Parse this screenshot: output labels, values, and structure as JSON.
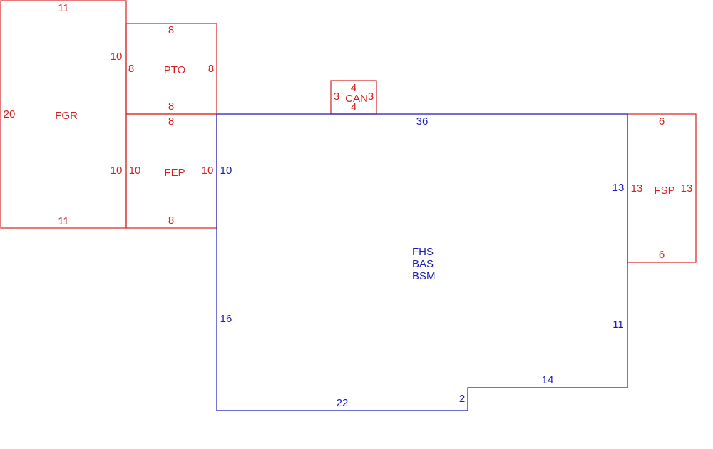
{
  "colors": {
    "attached": "#d42020",
    "main": "#1a1ab8",
    "background": "#ffffff"
  },
  "areas": {
    "fgr": {
      "name": "FGR",
      "top": "11",
      "left": "20",
      "right": "10",
      "bottom": "11"
    },
    "pto": {
      "name": "PTO",
      "top": "8",
      "left": "8",
      "right": "8",
      "bottom": "8"
    },
    "fep": {
      "name": "FEP",
      "top": "8",
      "left": "10",
      "right": "10",
      "bottom": "8"
    },
    "can": {
      "name": "CAN",
      "top": "4",
      "left": "3",
      "right": "3",
      "bottom": "4"
    },
    "fsp": {
      "name": "FSP",
      "top": "6",
      "left": "13",
      "right": "13",
      "bottom": "6"
    },
    "main": {
      "names": [
        "FHS",
        "BAS",
        "BSM"
      ],
      "top": "36",
      "left_upper": "10",
      "left_lower": "16",
      "bottom_left": "22",
      "step_down": "2",
      "bottom_right": "14",
      "right_lower": "11",
      "right_upper": "13"
    }
  }
}
